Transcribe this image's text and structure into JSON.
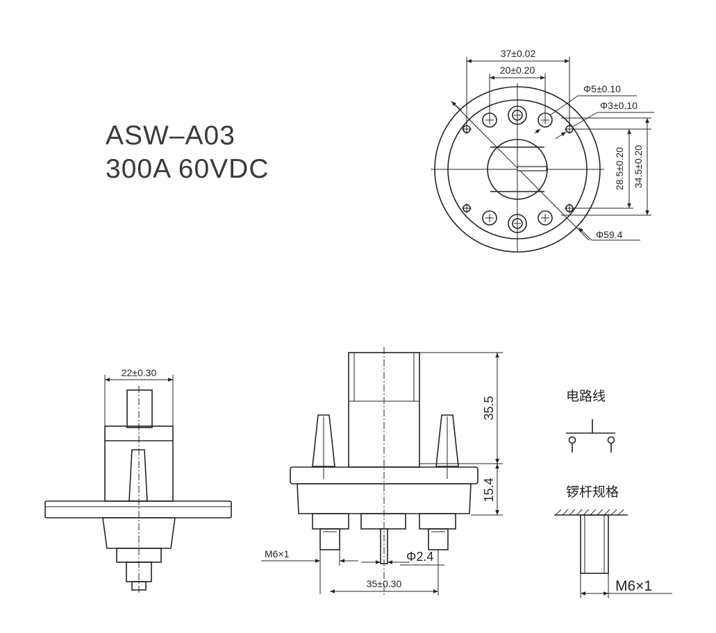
{
  "title": {
    "model": "ASW–A03",
    "rating": "300A 60VDC"
  },
  "top_view": {
    "dim_37": "37±0.02",
    "dim_20": "20±0.20",
    "dim_phi5": "Φ5±0.10",
    "dim_phi3": "Φ3±0.10",
    "dim_28_5": "28.5±0.20",
    "dim_34_5": "34.5±0.20",
    "dim_phi59": "Φ59.4"
  },
  "side_view": {
    "dim_22": "22±0.30"
  },
  "front_view": {
    "dim_35_5": "35.5",
    "dim_15_4": "15.4",
    "dim_m6": "M6×1",
    "dim_phi2_4": "Φ2.4",
    "dim_35": "35±0.30"
  },
  "legend": {
    "circuit_title": "电路线",
    "stud_title": "锣杆规格",
    "stud_dim": "M6×1"
  }
}
